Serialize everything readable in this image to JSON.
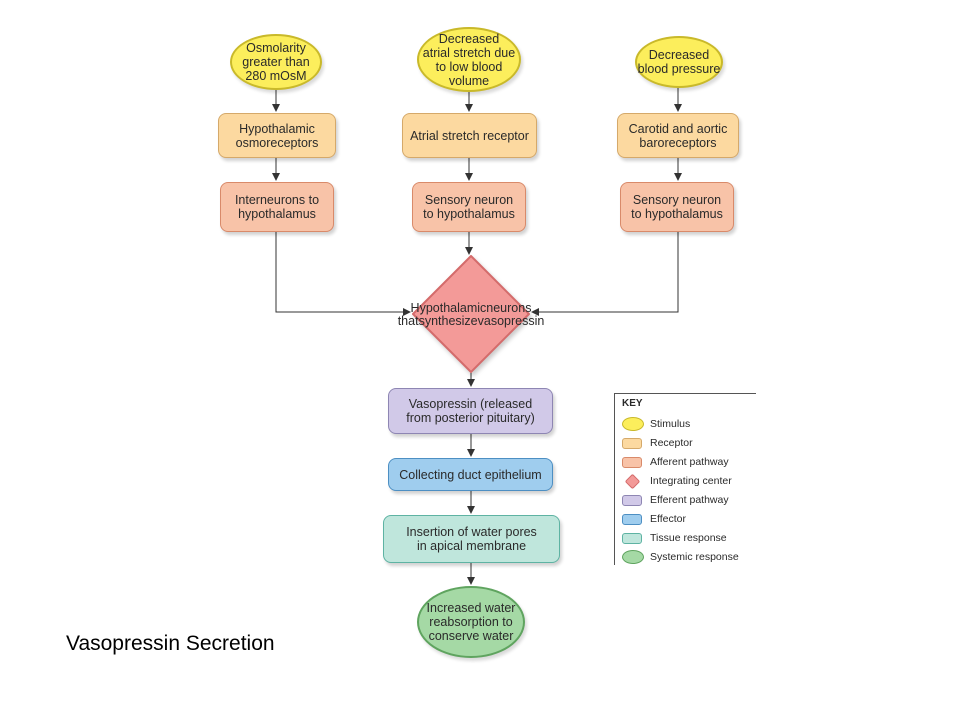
{
  "caption": "Vasopressin Secretion",
  "nodes": {
    "stim1": [
      "Osmolarity",
      "greater than",
      "280 mOsM"
    ],
    "stim2": [
      "Decreased",
      "atrial stretch due",
      "to low blood",
      "volume"
    ],
    "stim3": [
      "Decreased",
      "blood pressure"
    ],
    "rec1": [
      "Hypothalamic",
      "osmoreceptors"
    ],
    "rec2": [
      "Atrial stretch receptor"
    ],
    "rec3": [
      "Carotid and aortic",
      "baroreceptors"
    ],
    "aff1": [
      "Interneurons to",
      "hypothalamus"
    ],
    "aff2": [
      "Sensory neuron",
      "to hypothalamus"
    ],
    "aff3": [
      "Sensory neuron",
      "to hypothalamus"
    ],
    "center": [
      "Hypothalamic",
      "neurons that",
      "synthesize",
      "vasopressin"
    ],
    "efferent": [
      "Vasopressin (released",
      "from posterior pituitary)"
    ],
    "effector": [
      "Collecting duct epithelium"
    ],
    "tissue": [
      "Insertion of water pores",
      "in apical membrane"
    ],
    "systemic": [
      "Increased water",
      "reabsorption to",
      "conserve water"
    ]
  },
  "key": {
    "title": "KEY",
    "items": [
      {
        "label": "Stimulus",
        "color": "#fcee5c"
      },
      {
        "label": "Receptor",
        "color": "#fcd9a0"
      },
      {
        "label": "Afferent pathway",
        "color": "#f8c3a8"
      },
      {
        "label": "Integrating center",
        "color": "#f39a98"
      },
      {
        "label": "Efferent pathway",
        "color": "#d1c9e8"
      },
      {
        "label": "Effector",
        "color": "#9fcdee"
      },
      {
        "label": "Tissue response",
        "color": "#bfe6dc"
      },
      {
        "label": "Systemic response",
        "color": "#a5d9a5"
      }
    ]
  }
}
